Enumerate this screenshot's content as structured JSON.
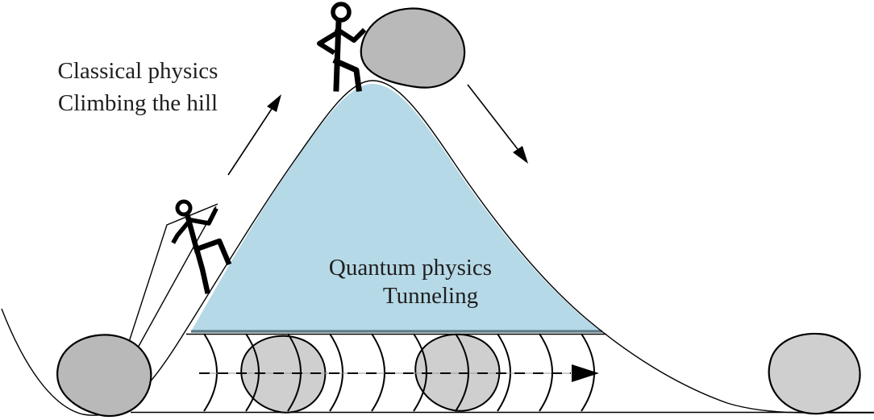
{
  "labels": {
    "classical": {
      "line1": "Classical physics",
      "line2": "Climbing the hill"
    },
    "quantum": {
      "line1": "Quantum physics",
      "line2": "Tunneling"
    }
  },
  "colors": {
    "background": "#ffffff",
    "barrier_fill": "#b6d9e7",
    "barrier_base_line": "#5b7886",
    "outline": "#000000",
    "boulder_fill": "#b9b9b9",
    "tunnel_boulder_fill": "#cfcfcf",
    "text": "#1f1f1f"
  }
}
